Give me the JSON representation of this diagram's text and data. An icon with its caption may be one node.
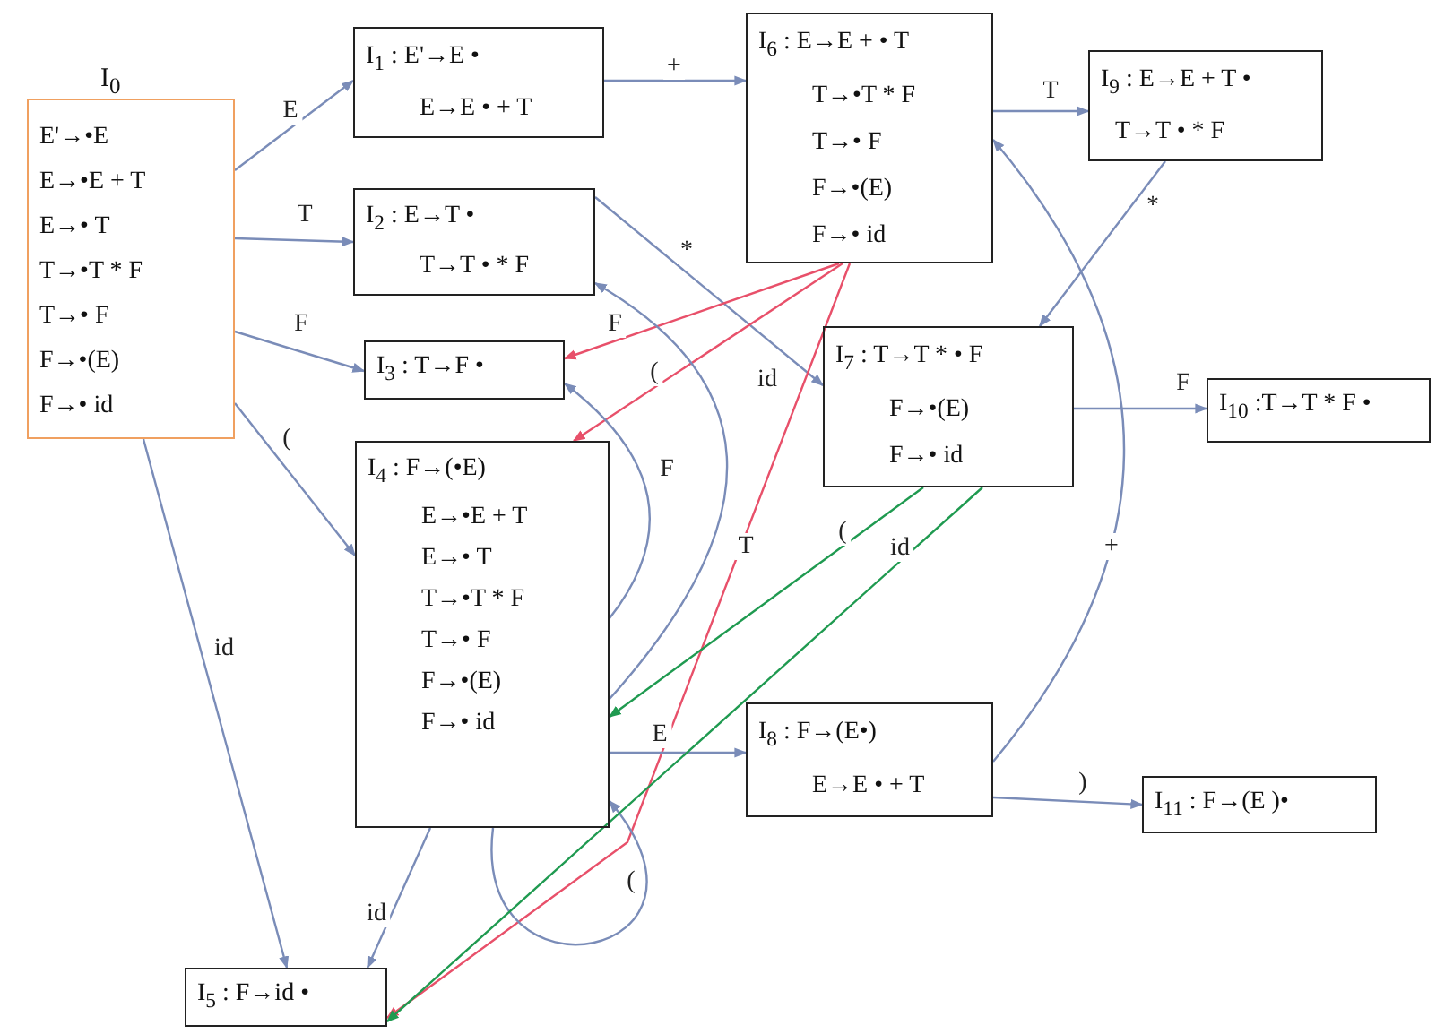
{
  "diagram": {
    "nodes": [
      {
        "text": [
          "I$_{0}$",
          "E'→•E",
          "E→•E + T",
          "E→• T",
          "T→•T * F",
          "T→• F",
          "F→•(E)",
          "F→• id"
        ]
      },
      {
        "text": [
          "I$_{1}$ : E'→E •",
          "E→E • + T"
        ]
      },
      {
        "text": [
          "I$_{2}$ : E→T •",
          "T→T • * F"
        ]
      },
      {
        "text": [
          "I$_{3}$ : T→F •"
        ]
      },
      {
        "text": [
          "I$_{4}$ : F→(•E)",
          "E→•E + T",
          "E→• T",
          "T→•T * F",
          "T→• F",
          "F→•(E)",
          "F→• id"
        ]
      },
      {
        "text": [
          "I$_{5}$ : F→id •"
        ]
      },
      {
        "text": [
          "I$_{6}$ : E→E + • T",
          "T→•T * F",
          "T→• F",
          "F→•(E)",
          "F→• id"
        ]
      },
      {
        "text": [
          "I$_{7}$ : T→T * • F",
          "F→•(E)",
          "F→• id"
        ]
      },
      {
        "text": [
          "I$_{8}$ : F→(E•)",
          "E→E • + T"
        ]
      },
      {
        "text": [
          "I$_{9}$ : E→E + T •",
          "T→T • * F"
        ]
      },
      {
        "text": [
          "I$_{10}$ :T→T * F •"
        ]
      },
      {
        "text": [
          "I$_{11}$ : F→(E )•"
        ]
      }
    ],
    "edges": [
      {
        "from": 0,
        "to": 1,
        "label": "E",
        "arrow": "to"
      },
      {
        "from": 0,
        "to": 2,
        "label": "T",
        "arrow": "to"
      },
      {
        "from": 0,
        "to": 3,
        "label": "F",
        "arrow": "to"
      },
      {
        "from": 0,
        "to": 4,
        "label": "(",
        "arrow": "to"
      },
      {
        "from": 0,
        "to": 5,
        "label": "id",
        "arrow": "to"
      },
      {
        "from": 1,
        "to": 6,
        "label": "+",
        "arrow": "to"
      },
      {
        "from": 2,
        "to": 7,
        "label": "*",
        "arrow": "to"
      },
      {
        "from": 6,
        "to": 9,
        "label": "T",
        "arrow": "to"
      },
      {
        "from": 6,
        "to": 3,
        "label": "F",
        "arrow": "to",
        "color": "#e8506a"
      },
      {
        "from": 6,
        "to": 4,
        "label": "(",
        "arrow": "to",
        "color": "#e8506a"
      },
      {
        "from": 6,
        "to": 5,
        "label": "id",
        "arrow": "to",
        "color": "#e8506a"
      },
      {
        "from": 9,
        "to": 7,
        "label": "*",
        "arrow": "to"
      },
      {
        "from": 4,
        "to": 3,
        "label": "F",
        "arrow": "to"
      },
      {
        "from": 4,
        "to": 2,
        "label": "T",
        "arrow": "to"
      },
      {
        "from": 4,
        "to": 4,
        "label": "(",
        "arrow": "to"
      },
      {
        "from": 4,
        "to": 5,
        "label": "id",
        "arrow": "to"
      },
      {
        "from": 4,
        "to": 8,
        "label": "E",
        "arrow": "to"
      },
      {
        "from": 7,
        "to": 10,
        "label": "F",
        "arrow": "to"
      },
      {
        "from": 7,
        "to": 4,
        "label": "(",
        "arrow": "to",
        "color": "#1f9a50"
      },
      {
        "from": 7,
        "to": 5,
        "label": "id",
        "arrow": "to",
        "color": "#1f9a50"
      },
      {
        "from": 8,
        "to": 11,
        "label": ")",
        "arrow": "to"
      },
      {
        "from": 8,
        "to": 6,
        "label": "+",
        "arrow": "to"
      }
    ]
  }
}
